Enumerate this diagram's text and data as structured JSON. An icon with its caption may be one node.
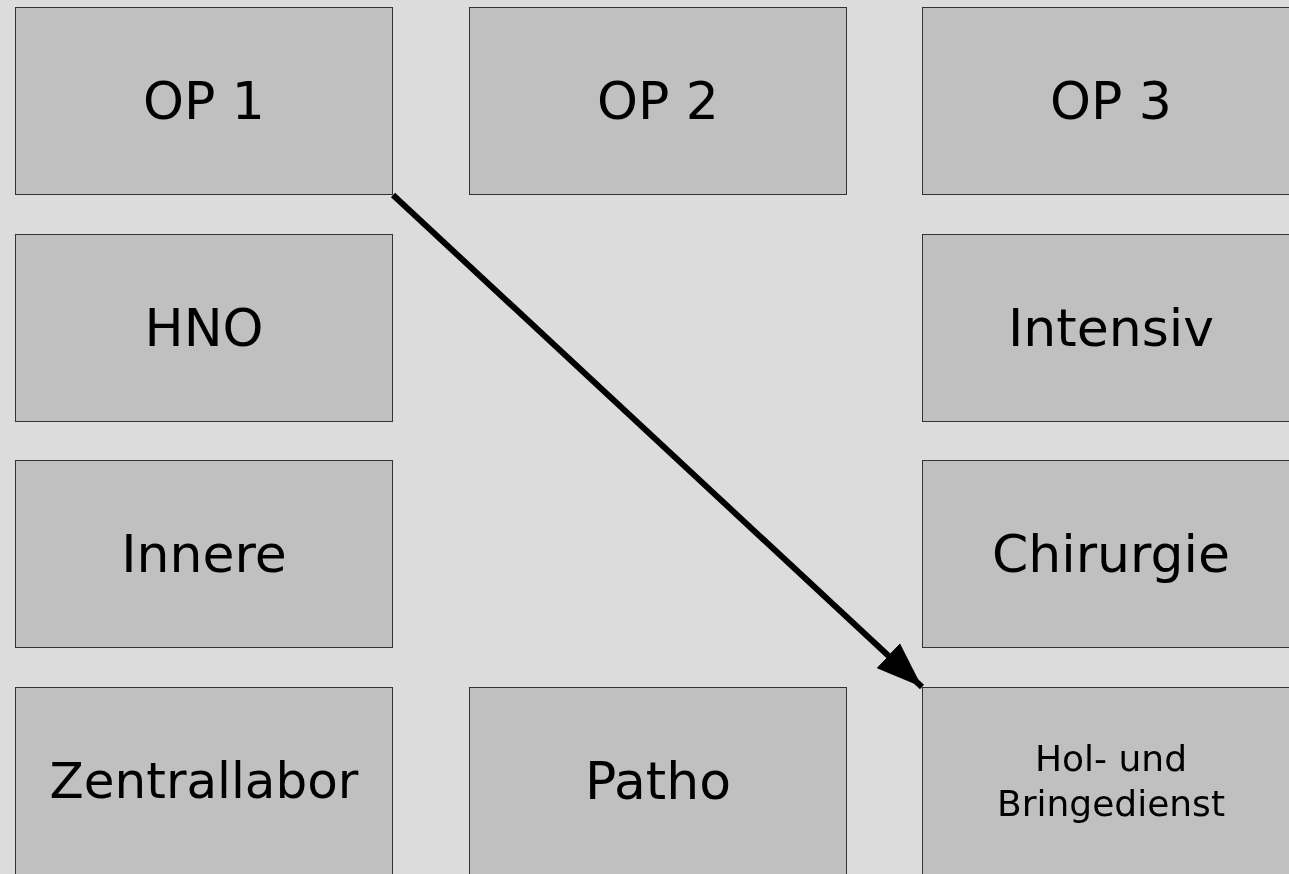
{
  "diagram": {
    "nodes": [
      {
        "text": [
          "OP 1"
        ]
      },
      {
        "text": [
          "OP 2"
        ]
      },
      {
        "text": [
          "OP 3"
        ]
      },
      {
        "text": [
          "HNO"
        ]
      },
      {
        "text": [
          "Intensiv"
        ]
      },
      {
        "text": [
          "Innere"
        ]
      },
      {
        "text": [
          "Chirurgie"
        ]
      },
      {
        "text": [
          "Zentrallabor"
        ]
      },
      {
        "text": [
          "Patho"
        ]
      },
      {
        "text": [
          "Hol- und Bringedienst"
        ]
      }
    ],
    "edges": [
      {
        "from": 0,
        "to": 9,
        "arrow": "to"
      }
    ]
  }
}
